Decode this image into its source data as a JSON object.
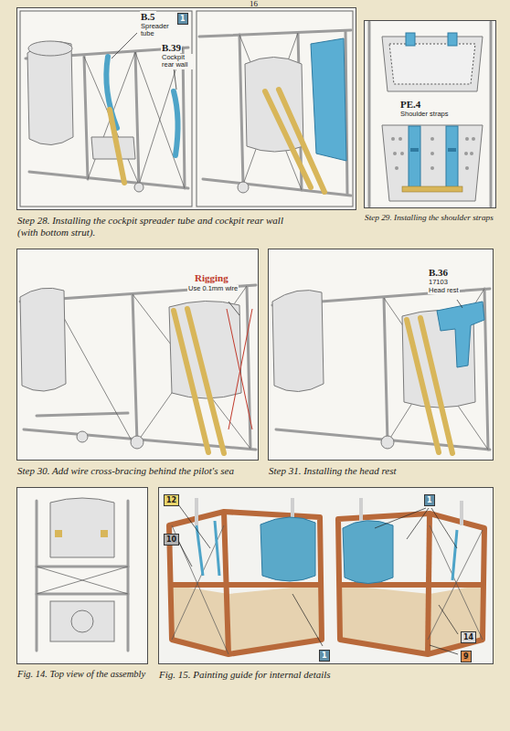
{
  "diagram": {
    "nodes": [
      {
        "text": [
          "Step 28. Installing the cockpit spreader tube and cockpit rear wall (with bottom strut)."
        ]
      },
      {
        "text": [
          "1"
        ],
        "in": 0
      },
      {
        "text": [
          "Step 29. Installing the shoulder straps"
        ]
      },
      {
        "text": [
          "Step 30. Add wire cross-bracing behind the pilot's sea"
        ]
      },
      {
        "text": [
          "Step 31. Installing the head rest"
        ]
      },
      {
        "text": [
          "Fig. 14. Top view of the assembly"
        ]
      },
      {
        "text": [
          "Fig. 15. Painting guide for internal details"
        ]
      },
      {
        "text": [
          "12"
        ],
        "in": 6
      },
      {
        "text": [
          "10"
        ],
        "in": 6
      },
      {
        "text": [
          "1"
        ],
        "in": 6
      },
      {
        "text": [
          "1"
        ],
        "in": 6
      },
      {
        "text": [
          "14"
        ],
        "in": 6
      },
      {
        "text": [
          "9"
        ],
        "in": 6
      }
    ],
    "labels": [
      "16",
      "B.5",
      "Spreader tube",
      "B.39",
      "Cockpit rear wall",
      "PE.4",
      "Shoulder straps",
      "Rigging",
      "Use 0.1mm wire",
      "B.36",
      "17103",
      "Head rest"
    ]
  }
}
